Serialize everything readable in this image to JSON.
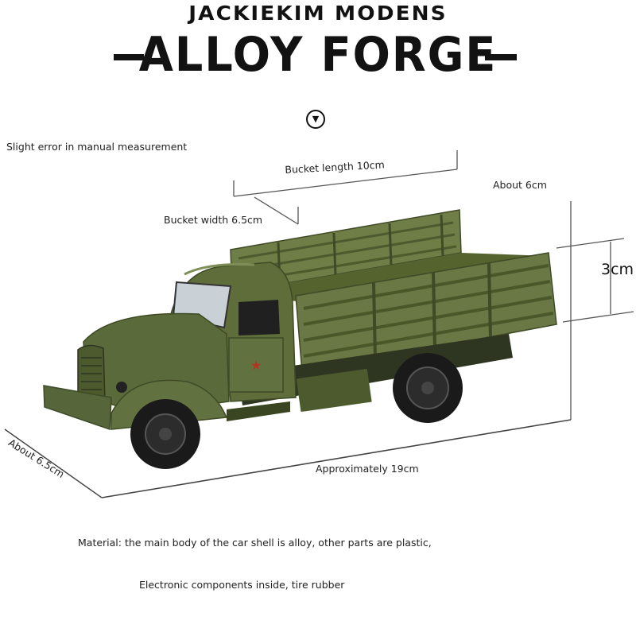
{
  "header": {
    "brand": "JACKIEKIM MODENS",
    "title": "ALLOY FORGE",
    "scroll_icon": "chevron-down-circle-icon"
  },
  "notes": {
    "measurement_note": "Slight error in manual measurement"
  },
  "dimensions": {
    "bucket_length": "Bucket length 10cm",
    "bucket_width": "Bucket width 6.5cm",
    "height": "About 6cm",
    "side_height": "3cm",
    "width": "About 6.5cm",
    "length": "Approximately 19cm"
  },
  "footer": {
    "material": "Material: the main body of the car shell is alloy, other parts are plastic,",
    "electronics": "Electronic components inside, tire rubber"
  },
  "colors": {
    "truck_green": "#5b6a3a",
    "truck_dark": "#3f4a26",
    "tire": "#1a1a1a"
  }
}
